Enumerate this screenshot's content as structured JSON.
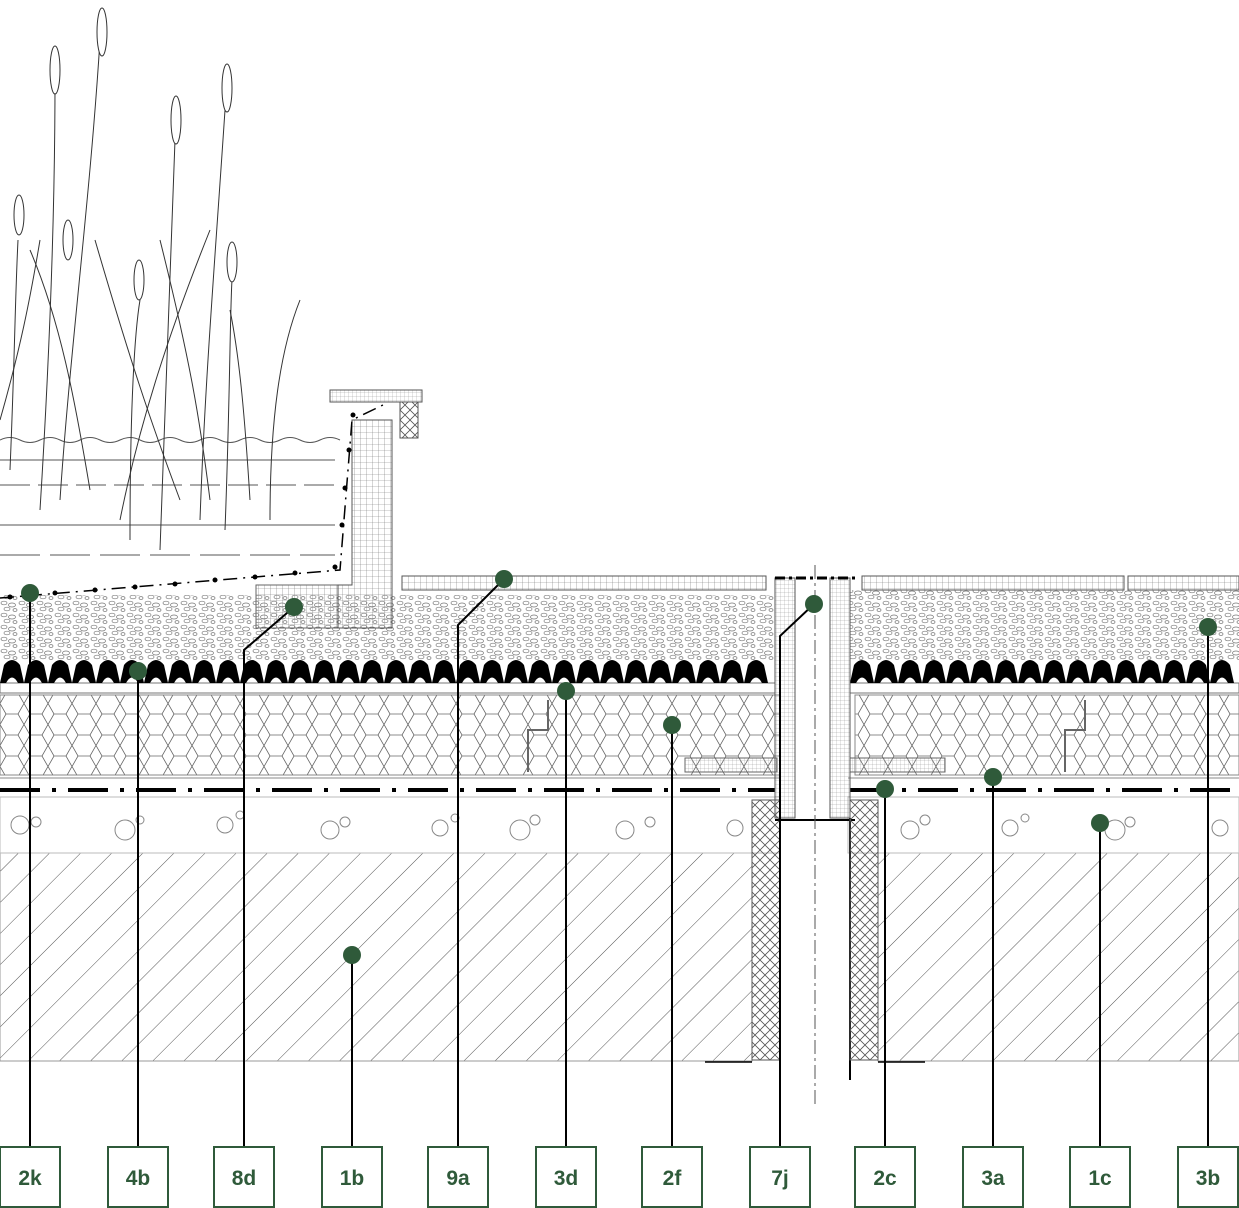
{
  "diagram": {
    "accent_color": "#2f5a3a",
    "line_color": "#000000",
    "labels": [
      {
        "id": "2k",
        "text": "2k"
      },
      {
        "id": "4b",
        "text": "4b"
      },
      {
        "id": "8d",
        "text": "8d"
      },
      {
        "id": "1b",
        "text": "1b"
      },
      {
        "id": "9a",
        "text": "9a"
      },
      {
        "id": "3d",
        "text": "3d"
      },
      {
        "id": "2f",
        "text": "2f"
      },
      {
        "id": "7j",
        "text": "7j"
      },
      {
        "id": "2c",
        "text": "2c"
      },
      {
        "id": "3a",
        "text": "3a"
      },
      {
        "id": "1c",
        "text": "1c"
      },
      {
        "id": "3b",
        "text": "3b"
      }
    ]
  }
}
